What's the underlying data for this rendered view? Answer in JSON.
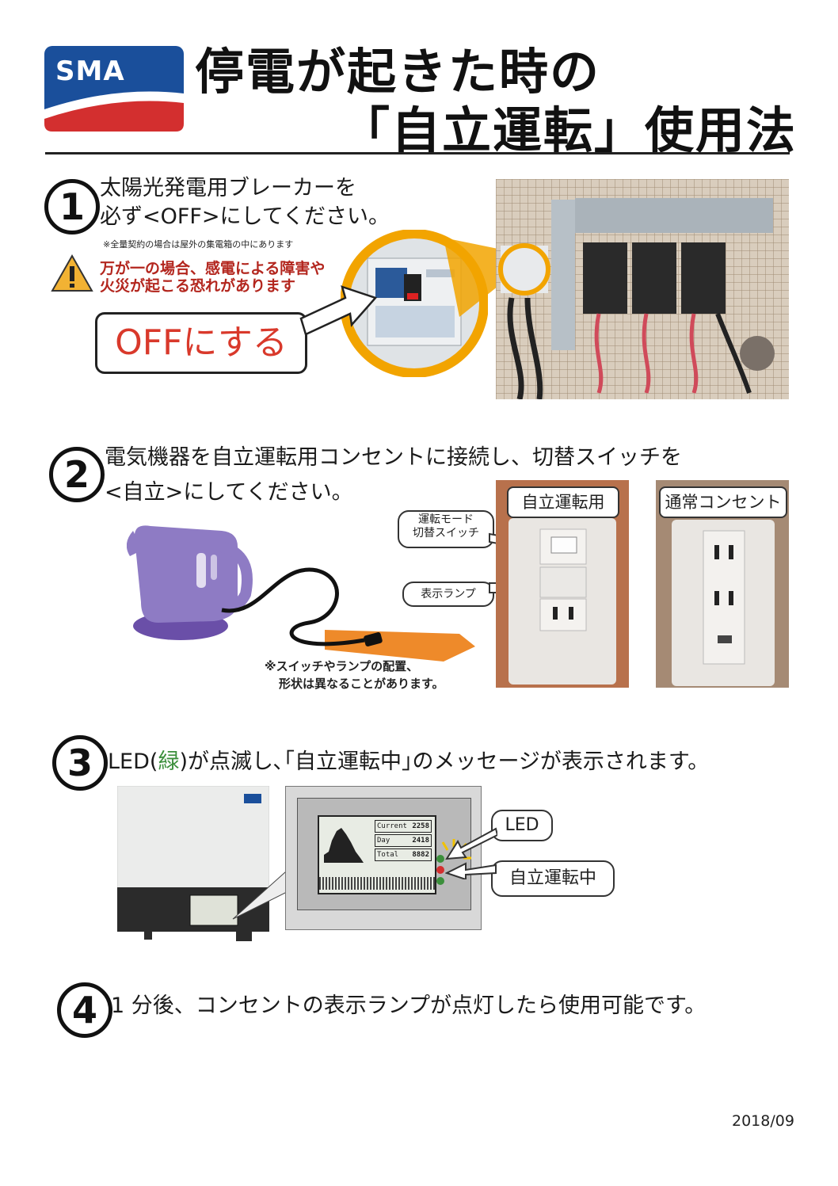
{
  "header": {
    "logo_text": "SMA",
    "title_line1": "停電が起きた時の",
    "title_line2": "「自立運転」使用法"
  },
  "step1": {
    "number": "1",
    "text_line1": "太陽光発電用ブレーカーを",
    "text_line2": "必ず<OFF>にしてください。",
    "note": "※全量契約の場合は屋外の集電箱の中にあります",
    "warning_line1": "万が一の場合、感電による障害や",
    "warning_line2": "火災が起こる恐れがあります",
    "callout": "OFFにする"
  },
  "step2": {
    "number": "2",
    "text_line1": "電気機器を自立運転用コンセントに接続し、切替スイッチを",
    "text_line2": "<自立>にしてください。",
    "label_switch_line1": "運転モード",
    "label_switch_line2": "切替スイッチ",
    "label_lamp": "表示ランプ",
    "label_outlet1": "自立運転用",
    "label_outlet2": "通常コンセント",
    "note_line1": "※スイッチやランプの配置、",
    "note_line2": "形状は異なることがあります。"
  },
  "step3": {
    "number": "3",
    "text_pre": "LED(",
    "text_green": "緑",
    "text_post": ")が点滅し､｢自立運転中｣のメッセージが表示されます。",
    "callout_led": "LED",
    "callout_mode": "自立運転中",
    "display_rows": [
      {
        "label": "Current",
        "value": "2258"
      },
      {
        "label": "Day",
        "value": "2418"
      },
      {
        "label": "Total",
        "value": "8882"
      }
    ]
  },
  "step4": {
    "number": "4",
    "text": "1 分後、コンセントの表示ランプが点灯したら使用可能です。"
  },
  "footer": {
    "date": "2018/09"
  },
  "colors": {
    "sma_blue": "#1a4f9b",
    "sma_red": "#d32f2f",
    "warning_red": "#b3261e",
    "callout_red": "#d9392b",
    "highlight_orange": "#f2a400",
    "led_green": "#3b8f3b",
    "kettle_purple": "#8e7bc4"
  }
}
